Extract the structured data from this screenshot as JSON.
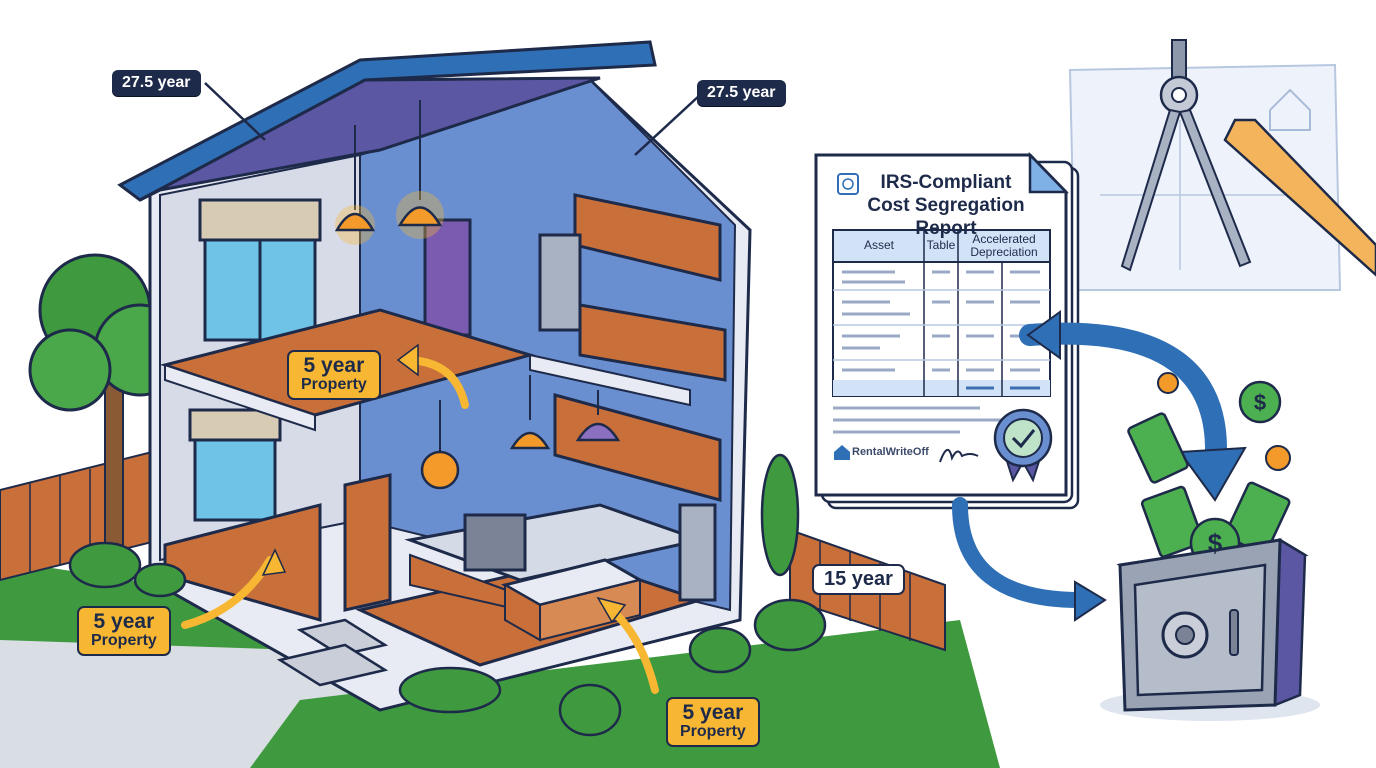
{
  "labels": {
    "roof_left": "27.5 year",
    "roof_right": "27.5 year",
    "upper_floor_line1": "5 year",
    "upper_floor_line2": "Property",
    "lower_floor_line1": "5 year",
    "lower_floor_line2": "Property",
    "kitchen_line1": "5 year",
    "kitchen_line2": "Property",
    "landscaping": "15 year"
  },
  "report": {
    "title_line1": "IRS-Compliant",
    "title_line2": "Cost Segregation Report",
    "headers": {
      "asset": "Asset",
      "table": "Table",
      "accelerated_line1": "Accelerated",
      "accelerated_line2": "Depreciation"
    },
    "brand": "RentalWriteOff"
  },
  "colors": {
    "navy": "#1e2a4a",
    "yellow": "#f7b733",
    "blue_arrow": "#2f6fb5",
    "roof": "#5b57a3",
    "wood": "#c86f3a",
    "grass": "#3f9a3f",
    "money_green": "#4caf50",
    "safe_gray": "#9aa3b4"
  },
  "icons": [
    "compass-icon",
    "ruler-icon",
    "blueprint-icon",
    "irs-seal-icon",
    "seal-check-icon",
    "signature-icon",
    "dollar-coin-icon",
    "banknote-icon",
    "safe-icon",
    "pendant-lamp-icon",
    "tree-icon",
    "fence-icon"
  ]
}
